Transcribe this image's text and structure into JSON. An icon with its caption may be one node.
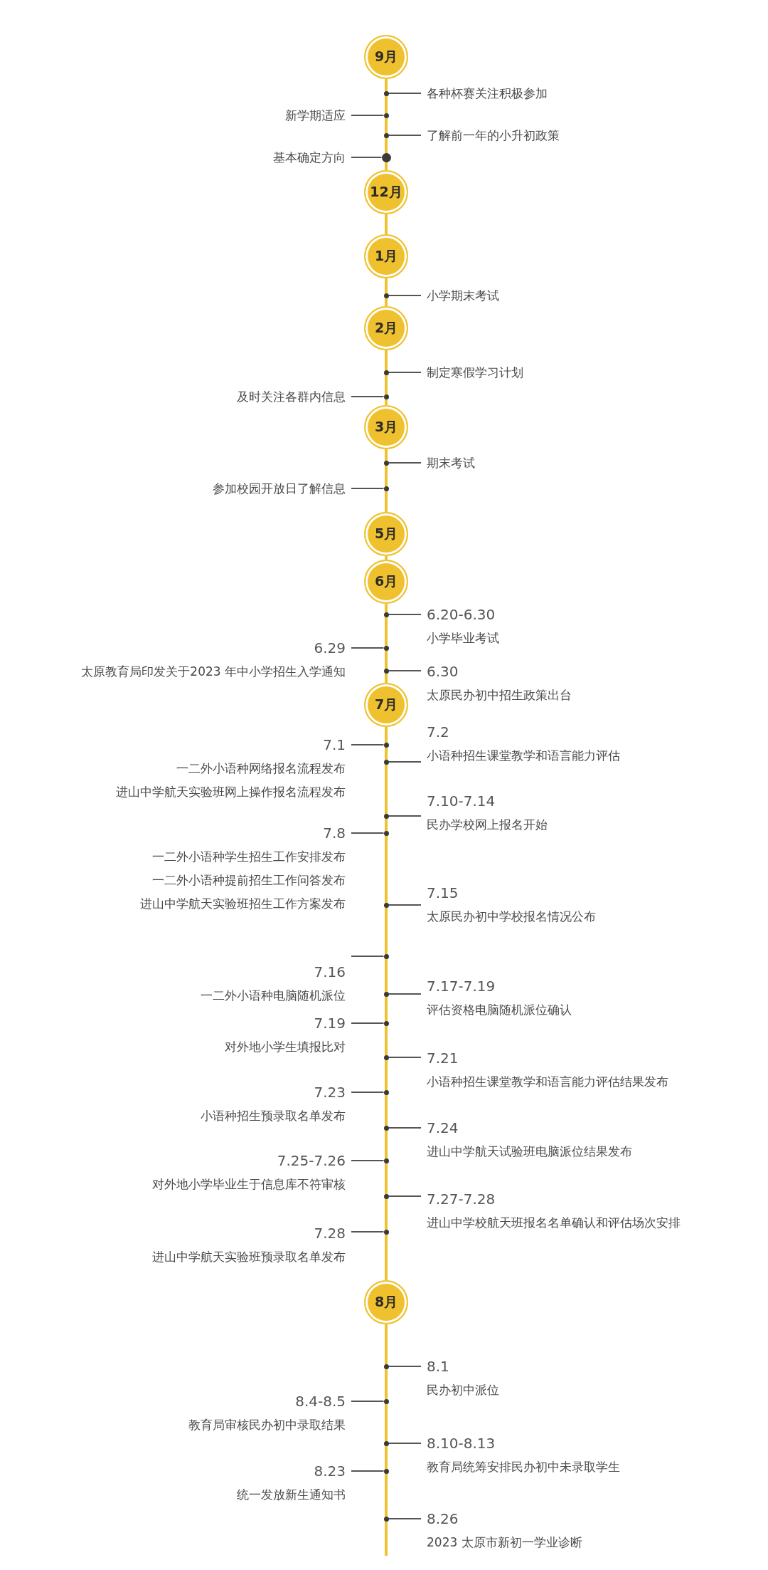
{
  "diagram": {
    "nodes": [
      {
        "text": [
          "9月"
        ]
      },
      {
        "text": [
          "各种杯赛关注积极参加"
        ]
      },
      {
        "text": [
          "新学期适应"
        ]
      },
      {
        "text": [
          "了解前一年的小升初政策"
        ]
      },
      {
        "text": [
          "基本确定方向"
        ]
      },
      {
        "text": [
          "12月"
        ]
      },
      {
        "text": [
          "1月"
        ]
      },
      {
        "text": [
          "小学期末考试"
        ]
      },
      {
        "text": [
          "2月"
        ]
      },
      {
        "text": [
          "制定寒假学习计划"
        ]
      },
      {
        "text": [
          "及时关注各群内信息"
        ]
      },
      {
        "text": [
          "3月"
        ]
      },
      {
        "text": [
          "期末考试"
        ]
      },
      {
        "text": [
          "参加校园开放日了解信息"
        ]
      },
      {
        "text": [
          "5月"
        ]
      },
      {
        "text": [
          "6月"
        ]
      },
      {
        "text": [
          "6.20-6.30",
          "小学毕业考试"
        ]
      },
      {
        "text": [
          "6.29",
          "太原教育局印发关于2023 年中小学招生入学通知"
        ]
      },
      {
        "text": [
          "6.30",
          "太原民办初中招生政策出台"
        ]
      },
      {
        "text": [
          "7月"
        ]
      },
      {
        "text": [
          "7.1",
          "一二外小语种网络报名流程发布",
          "进山中学航天实验班网上操作报名流程发布"
        ]
      },
      {
        "text": [
          "7.2",
          "小语种招生课堂教学和语言能力评估"
        ]
      },
      {
        "text": [
          "7.10-7.14",
          "民办学校网上报名开始"
        ]
      },
      {
        "text": [
          "7.8",
          "一二外小语种学生招生工作安排发布",
          "一二外小语种提前招生工作问答发布",
          "进山中学航天实验班招生工作方案发布"
        ]
      },
      {
        "text": [
          "7.15",
          "太原民办初中学校报名情况公布"
        ]
      },
      {
        "text": [
          "7.16",
          "一二外小语种电脑随机派位"
        ]
      },
      {
        "text": [
          "7.17-7.19",
          "评估资格电脑随机派位确认"
        ]
      },
      {
        "text": [
          "7.19",
          "对外地小学生填报比对"
        ]
      },
      {
        "text": [
          "7.21",
          "小语种招生课堂教学和语言能力评估结果发布"
        ]
      },
      {
        "text": [
          "7.23",
          "小语种招生预录取名单发布"
        ]
      },
      {
        "text": [
          "7.24",
          "进山中学航天试验班电脑派位结果发布"
        ]
      },
      {
        "text": [
          "7.25-7.26",
          "对外地小学毕业生于信息库不符审核"
        ]
      },
      {
        "text": [
          "7.27-7.28",
          "进山中学校航天班报名名单确认和评估场次安排"
        ]
      },
      {
        "text": [
          "7.28",
          "进山中学航天实验班预录取名单发布"
        ]
      },
      {
        "text": [
          "8月"
        ]
      },
      {
        "text": [
          "8.1",
          "民办初中派位"
        ]
      },
      {
        "text": [
          "8.4-8.5",
          "教育局审核民办初中录取结果"
        ]
      },
      {
        "text": [
          "8.10-8.13",
          "教育局统筹安排民办初中未录取学生"
        ]
      },
      {
        "text": [
          "8.23",
          "统一发放新生通知书"
        ]
      },
      {
        "text": [
          "8.26",
          "2023 太原市新初一学业诊断"
        ]
      },
      {
        "text": [],
        "shape": "circle"
      },
      {
        "text": [],
        "shape": "circle"
      },
      {
        "text": [],
        "shape": "circle"
      },
      {
        "text": [],
        "shape": "circle"
      },
      {
        "text": [],
        "shape": "circle"
      },
      {
        "text": [],
        "shape": "circle"
      },
      {
        "text": [],
        "shape": "circle"
      },
      {
        "text": [],
        "shape": "circle"
      },
      {
        "text": [],
        "shape": "circle"
      },
      {
        "text": [],
        "shape": "circle"
      },
      {
        "text": [],
        "shape": "circle"
      },
      {
        "text": [],
        "shape": "circle"
      },
      {
        "text": [],
        "shape": "circle"
      },
      {
        "text": [],
        "shape": "circle"
      },
      {
        "text": [],
        "shape": "circle"
      },
      {
        "text": [],
        "shape": "circle"
      },
      {
        "text": [],
        "shape": "circle"
      },
      {
        "text": [],
        "shape": "circle"
      },
      {
        "text": [],
        "shape": "circle"
      },
      {
        "text": [],
        "shape": "circle"
      },
      {
        "text": [],
        "shape": "circle"
      },
      {
        "text": [],
        "shape": "circle"
      },
      {
        "text": [],
        "shape": "circle"
      },
      {
        "text": [],
        "shape": "circle"
      },
      {
        "text": [],
        "shape": "circle"
      },
      {
        "text": [],
        "shape": "circle"
      },
      {
        "text": [],
        "shape": "circle"
      },
      {
        "text": [],
        "shape": "circle"
      },
      {
        "text": [],
        "shape": "circle"
      },
      {
        "text": [],
        "shape": "circle"
      },
      {
        "text": [],
        "shape": "circle"
      }
    ],
    "edges": [
      {
        "from": 0,
        "to": 5,
        "arrow": "none",
        "color": "#f0c230"
      },
      {
        "from": 5,
        "to": 6,
        "arrow": "none",
        "color": "#f0c230"
      },
      {
        "from": 6,
        "to": 8,
        "arrow": "none",
        "color": "#f0c230"
      },
      {
        "from": 8,
        "to": 11,
        "arrow": "none",
        "color": "#f0c230"
      },
      {
        "from": 11,
        "to": 14,
        "arrow": "none",
        "color": "#f0c230"
      },
      {
        "from": 14,
        "to": 15,
        "arrow": "none",
        "color": "#f0c230"
      },
      {
        "from": 15,
        "to": 19,
        "arrow": "none",
        "color": "#f0c230"
      },
      {
        "from": 19,
        "to": 34,
        "arrow": "none",
        "color": "#f0c230"
      },
      {
        "from": 34,
        "to": null,
        "arrow": "none",
        "color": "#f0c230"
      },
      {
        "from": 1,
        "to": 40,
        "arrow": "none"
      },
      {
        "from": 2,
        "to": 41,
        "arrow": "none"
      },
      {
        "from": 3,
        "to": 42,
        "arrow": "none"
      },
      {
        "from": 4,
        "to": 43,
        "arrow": "none"
      },
      {
        "from": 7,
        "to": 44,
        "arrow": "none"
      },
      {
        "from": 9,
        "to": 45,
        "arrow": "none"
      },
      {
        "from": 10,
        "to": 46,
        "arrow": "none"
      },
      {
        "from": 12,
        "to": 47,
        "arrow": "none"
      },
      {
        "from": 13,
        "to": 48,
        "arrow": "none"
      },
      {
        "from": 16,
        "to": 49,
        "arrow": "none"
      },
      {
        "from": 17,
        "to": 50,
        "arrow": "none"
      },
      {
        "from": 18,
        "to": 51,
        "arrow": "none"
      },
      {
        "from": 20,
        "to": 52,
        "arrow": "none"
      },
      {
        "from": 21,
        "to": 53,
        "arrow": "none"
      },
      {
        "from": 22,
        "to": 54,
        "arrow": "none"
      },
      {
        "from": 23,
        "to": 55,
        "arrow": "none"
      },
      {
        "from": 24,
        "to": 56,
        "arrow": "none"
      },
      {
        "from": 25,
        "to": 57,
        "arrow": "none"
      },
      {
        "from": 26,
        "to": 58,
        "arrow": "none"
      },
      {
        "from": 27,
        "to": 59,
        "arrow": "none"
      },
      {
        "from": 28,
        "to": 60,
        "arrow": "none"
      },
      {
        "from": 29,
        "to": 61,
        "arrow": "none"
      },
      {
        "from": 30,
        "to": 62,
        "arrow": "none"
      },
      {
        "from": 31,
        "to": 63,
        "arrow": "none"
      },
      {
        "from": 32,
        "to": 64,
        "arrow": "none"
      },
      {
        "from": 33,
        "to": 65,
        "arrow": "none"
      },
      {
        "from": 35,
        "to": 66,
        "arrow": "none"
      },
      {
        "from": 36,
        "to": 67,
        "arrow": "none"
      },
      {
        "from": 37,
        "to": 68,
        "arrow": "none"
      },
      {
        "from": 38,
        "to": 69,
        "arrow": "none"
      },
      {
        "from": 39,
        "to": 70,
        "arrow": "none"
      }
    ]
  }
}
